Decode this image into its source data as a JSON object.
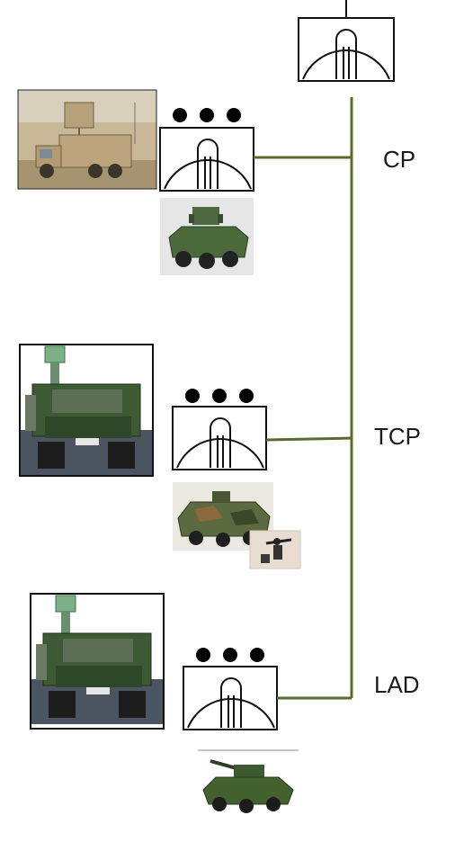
{
  "diagram": {
    "title": "",
    "line_color": "#5a6b2a",
    "levels": [
      {
        "id": "cp",
        "label": "CP",
        "symbol": "air-defense-unit-symbol",
        "echelon": "platoon-echelon-dots",
        "radar": "radar-truck-tan",
        "vehicle": "armored-vehicle-6x6-missile-turret"
      },
      {
        "id": "tcp",
        "label": "TCP",
        "symbol": "air-defense-unit-symbol",
        "echelon": "platoon-echelon-dots",
        "radar": "radar-4x4-green",
        "vehicle": "armored-vehicle-camo-with-manpads-team"
      },
      {
        "id": "lad",
        "label": "LAD",
        "symbol": "air-defense-unit-symbol",
        "echelon": "platoon-echelon-dots",
        "radar": "radar-4x4-green",
        "vehicle": "armored-vehicle-6x6-gun-turret"
      }
    ],
    "higher_unit": {
      "symbol": "air-defense-unit-symbol"
    }
  }
}
